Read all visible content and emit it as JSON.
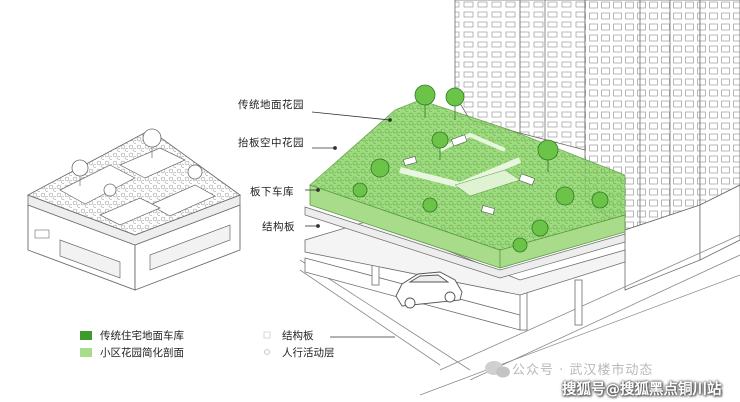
{
  "callouts": {
    "ground_garden": "传统地面花园",
    "elevated_garden": "抬板空中花园",
    "underground_garage": "板下车库",
    "structural_slab": "结构板"
  },
  "legend": {
    "items": [
      {
        "label": "传统住宅地面车库",
        "color": "#3f9a2e",
        "kind": "swatch"
      },
      {
        "label": "小区花园简化剖面",
        "color": "#a8dc8a",
        "kind": "swatch"
      },
      {
        "label": "结构板",
        "color": "#cfcfcf",
        "kind": "outline"
      },
      {
        "label": "人行活动层",
        "color": "#bdbdbd",
        "kind": "circle"
      }
    ]
  },
  "watermark": {
    "line1": "公众号 · 武汉楼市动态",
    "line2": "搜狐号@搜狐黑点铜川站"
  },
  "colors": {
    "green_overlay": "#7fd35a",
    "green_dark": "#3f9a2e",
    "line": "#6b6b6b",
    "leader": "#333333"
  }
}
